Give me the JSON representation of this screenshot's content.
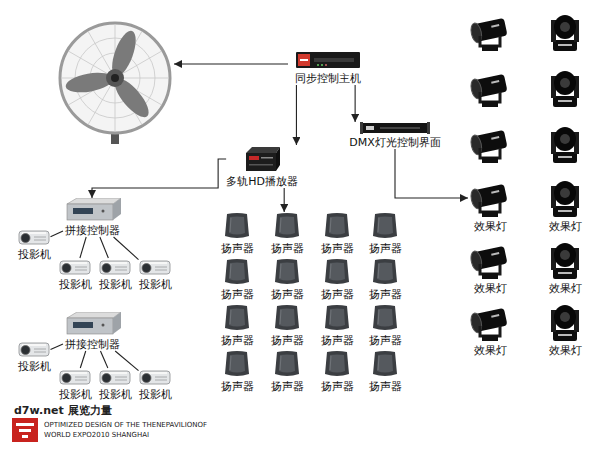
{
  "diagram": {
    "nodes": [
      {
        "text": [
          "同步控制主机"
        ]
      },
      {
        "text": [
          "DMX灯光控制界面"
        ]
      },
      {
        "text": [
          "多轨HD播放器"
        ]
      },
      {
        "text": [
          "拼接控制器"
        ]
      },
      {
        "text": [
          "投影机"
        ]
      },
      {
        "text": [
          "投影机"
        ]
      },
      {
        "text": [
          "投影机"
        ]
      },
      {
        "text": [
          "投影机"
        ]
      },
      {
        "text": [
          "拼接控制器"
        ]
      },
      {
        "text": [
          "投影机"
        ]
      },
      {
        "text": [
          "投影机"
        ]
      },
      {
        "text": [
          "投影机"
        ]
      },
      {
        "text": [
          "投影机"
        ]
      },
      {
        "text": [
          "扬声器"
        ]
      },
      {
        "text": [
          "扬声器"
        ]
      },
      {
        "text": [
          "扬声器"
        ]
      },
      {
        "text": [
          "扬声器"
        ]
      },
      {
        "text": [
          "扬声器"
        ]
      },
      {
        "text": [
          "扬声器"
        ]
      },
      {
        "text": [
          "扬声器"
        ]
      },
      {
        "text": [
          "扬声器"
        ]
      },
      {
        "text": [
          "扬声器"
        ]
      },
      {
        "text": [
          "扬声器"
        ]
      },
      {
        "text": [
          "扬声器"
        ]
      },
      {
        "text": [
          "扬声器"
        ]
      },
      {
        "text": [
          "扬声器"
        ]
      },
      {
        "text": [
          "扬声器"
        ]
      },
      {
        "text": [
          "扬声器"
        ]
      },
      {
        "text": [
          "扬声器"
        ]
      },
      {
        "text": [
          "效果灯"
        ]
      },
      {
        "text": [
          "效果灯"
        ]
      },
      {
        "text": [
          "效果灯"
        ]
      },
      {
        "text": [
          "效果灯"
        ]
      },
      {
        "text": [
          "效果灯"
        ]
      },
      {
        "text": [
          "效果灯"
        ]
      }
    ],
    "edges": [
      {
        "from": 0,
        "to": 2,
        "arrow": "to"
      },
      {
        "from": 0,
        "to": 1,
        "arrow": "to"
      },
      {
        "from": 1,
        "to": 29,
        "arrow": "to"
      },
      {
        "from": 2,
        "to": 3,
        "arrow": "to"
      },
      {
        "from": 2,
        "to": 14,
        "arrow": "to"
      },
      {
        "from": 3,
        "to": 4,
        "arrow": "none"
      },
      {
        "from": 3,
        "to": 5,
        "arrow": "none"
      },
      {
        "from": 3,
        "to": 6,
        "arrow": "none"
      },
      {
        "from": 3,
        "to": 7,
        "arrow": "none"
      },
      {
        "from": 8,
        "to": 9,
        "arrow": "none"
      },
      {
        "from": 8,
        "to": 10,
        "arrow": "none"
      },
      {
        "from": 8,
        "to": 11,
        "arrow": "none"
      },
      {
        "from": 8,
        "to": 12,
        "arrow": "none"
      }
    ],
    "labels": [
      "d7w.net 展览力量",
      "OPTIMIZED DESIGN OF THE THENEPAVILIONOF",
      "WORLD EXPO2010 SHANGHAI"
    ]
  }
}
